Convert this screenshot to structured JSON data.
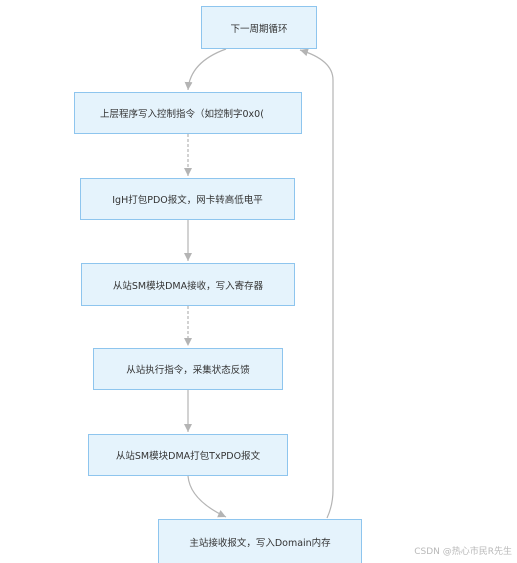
{
  "nodes": {
    "next_cycle": "下一周期循环",
    "upper_write": "上层程序写入控制指令（如控制字0x0(",
    "igh_pack": "IgH打包PDO报文，网卡转高低电平",
    "slave_dma_recv": "从站SM模块DMA接收，写入寄存器",
    "slave_exec": "从站执行指令，采集状态反馈",
    "slave_dma_pack": "从站SM模块DMA打包TxPDO报文",
    "master_recv": "主站接收报文，写入Domain内存"
  },
  "watermark": "CSDN @热心市民R先生",
  "colors": {
    "node_fill": "#e5f3fc",
    "node_border": "#8ec5ee",
    "connector": "#b4b4b4"
  }
}
